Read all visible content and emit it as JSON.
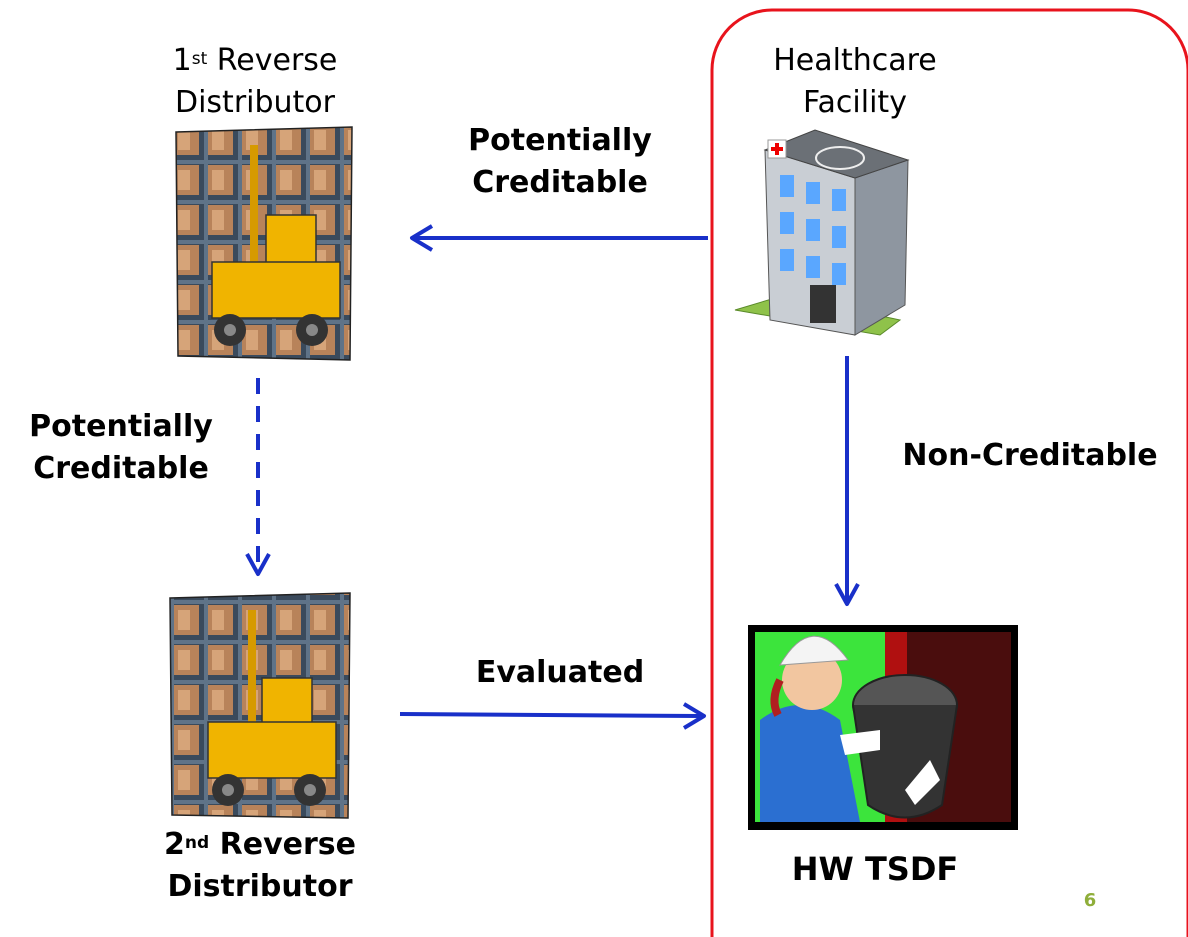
{
  "first_rd": {
    "num": "1",
    "sup": "st",
    "line1_rest": " Reverse",
    "line2": "Distributor"
  },
  "facility": {
    "line1": "Healthcare",
    "line2": "Facility"
  },
  "second_rd": {
    "num": "2",
    "sup": "nd",
    "line1_rest": " Reverse",
    "line2": "Distributor"
  },
  "tsdf": {
    "label": "HW TSDF"
  },
  "arrows": {
    "top": {
      "line1": "Potentially",
      "line2": "Creditable"
    },
    "left": {
      "line1": "Potentially",
      "line2": "Creditable"
    },
    "right": {
      "label": "Non-Creditable"
    },
    "bottom": {
      "label": "Evaluated"
    }
  },
  "page_number": "6",
  "colors": {
    "boundary": "#e8131c",
    "arrow": "#1930c9",
    "page_number": "#8fae3a"
  }
}
